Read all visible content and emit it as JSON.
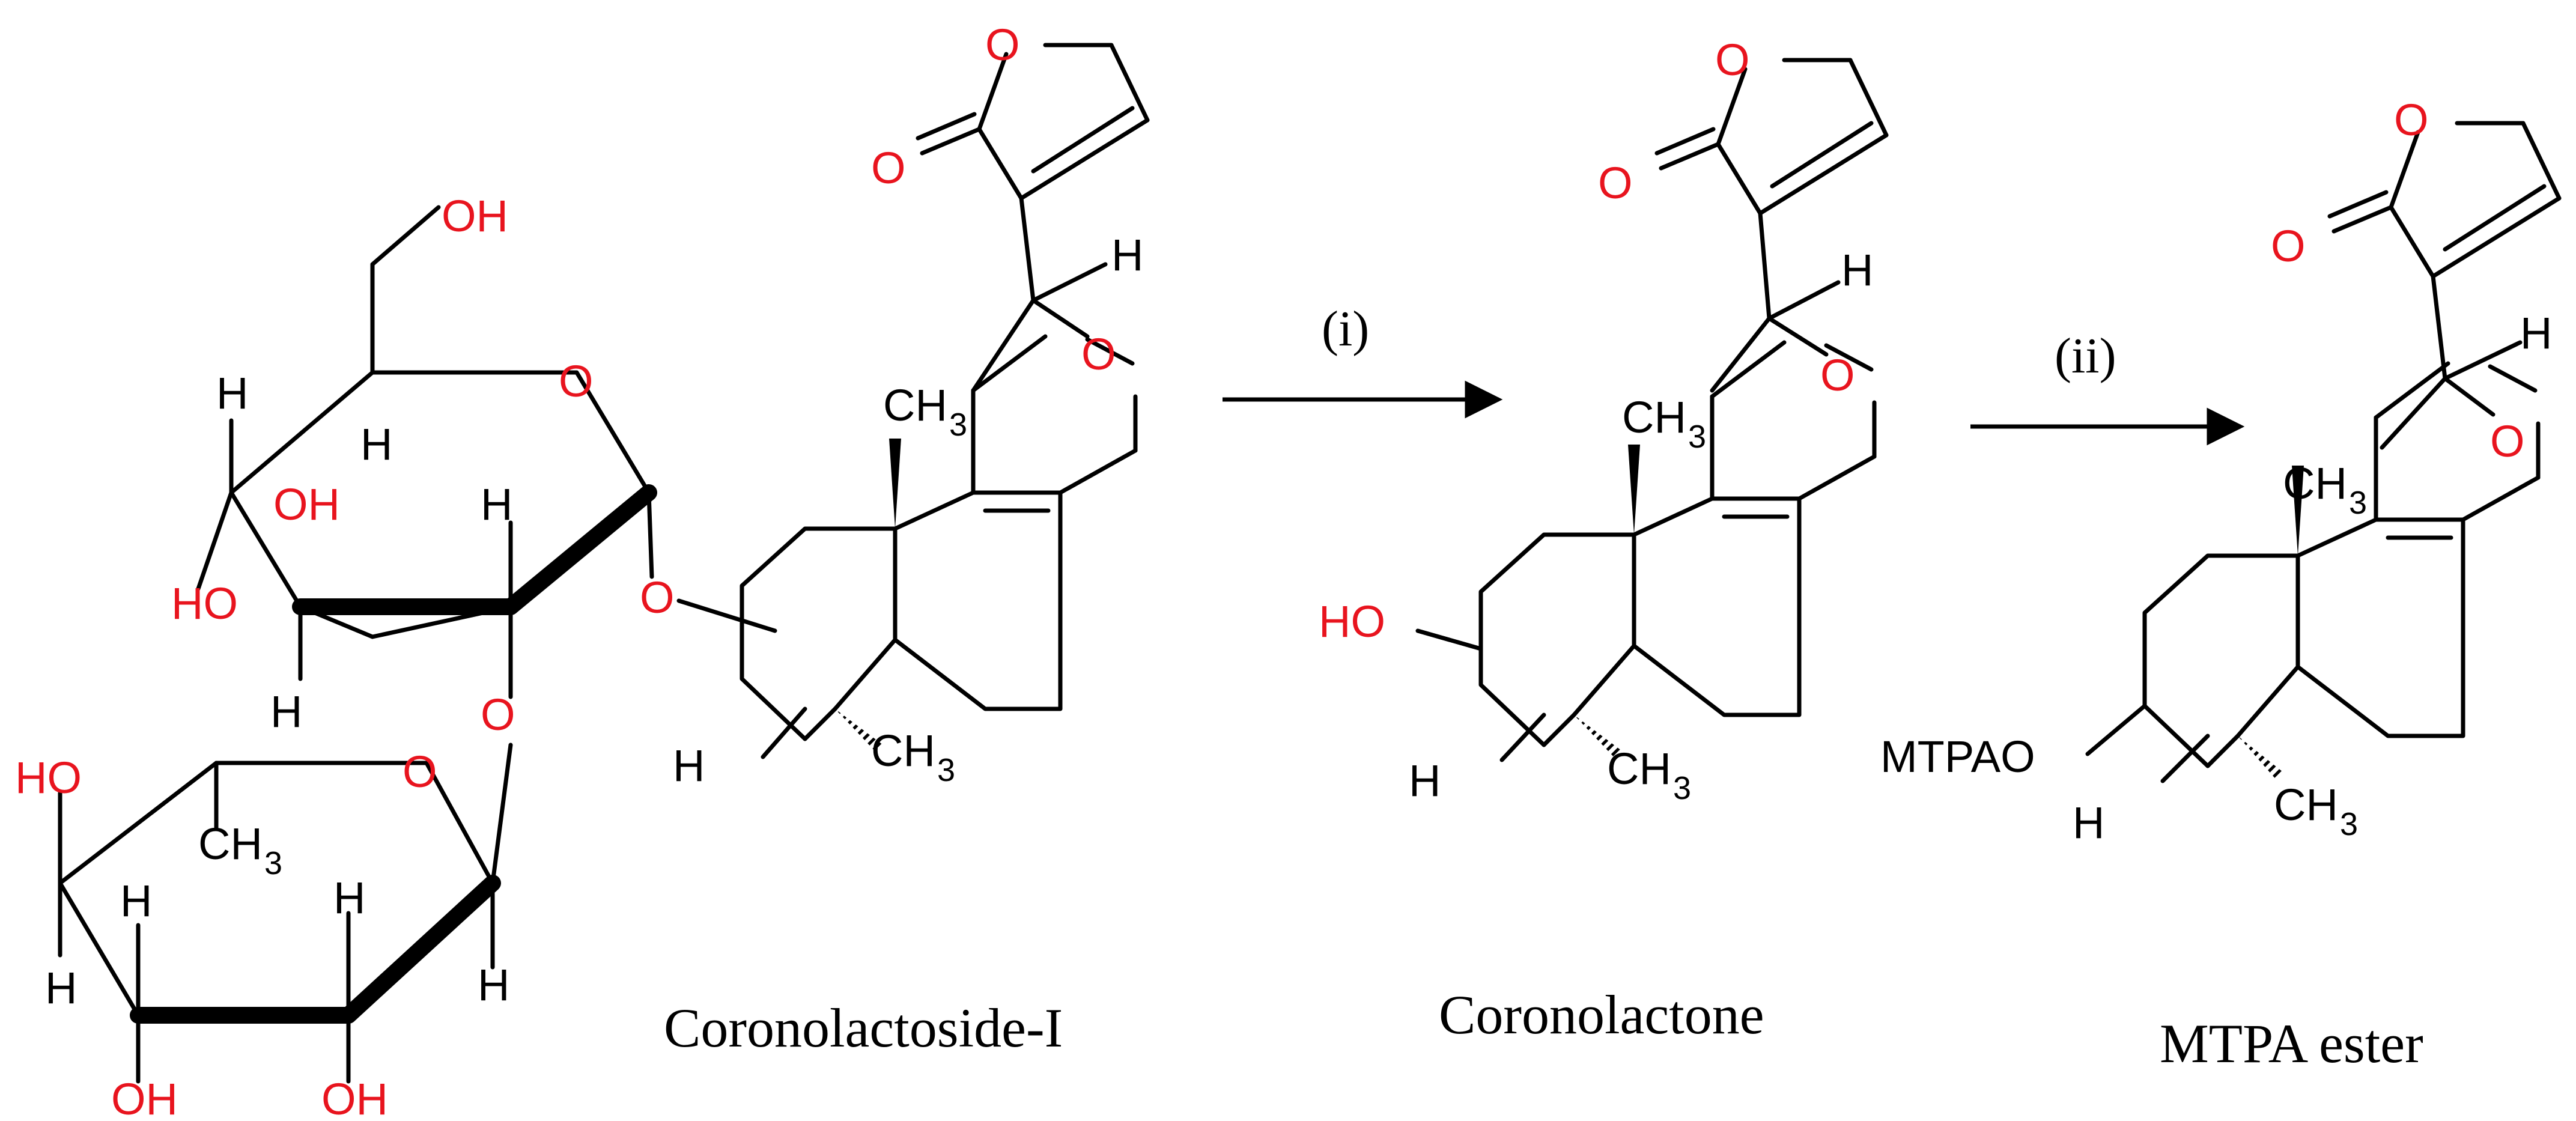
{
  "colors": {
    "heteroatom": "#e8141e",
    "carbon": "#000000",
    "background": "#ffffff"
  },
  "atoms": {
    "O": "O",
    "OH": "OH",
    "HO": "HO",
    "H": "H",
    "CH": "CH",
    "three": "3",
    "H3C_H": "H",
    "MTPAO": "MTPAO"
  },
  "compounds": [
    {
      "name": "Coronolactoside-I"
    },
    {
      "name": "Coronolactone"
    },
    {
      "name": "MTPA ester"
    }
  ],
  "steps": [
    {
      "label": "(i)"
    },
    {
      "label": "(ii)"
    }
  ]
}
